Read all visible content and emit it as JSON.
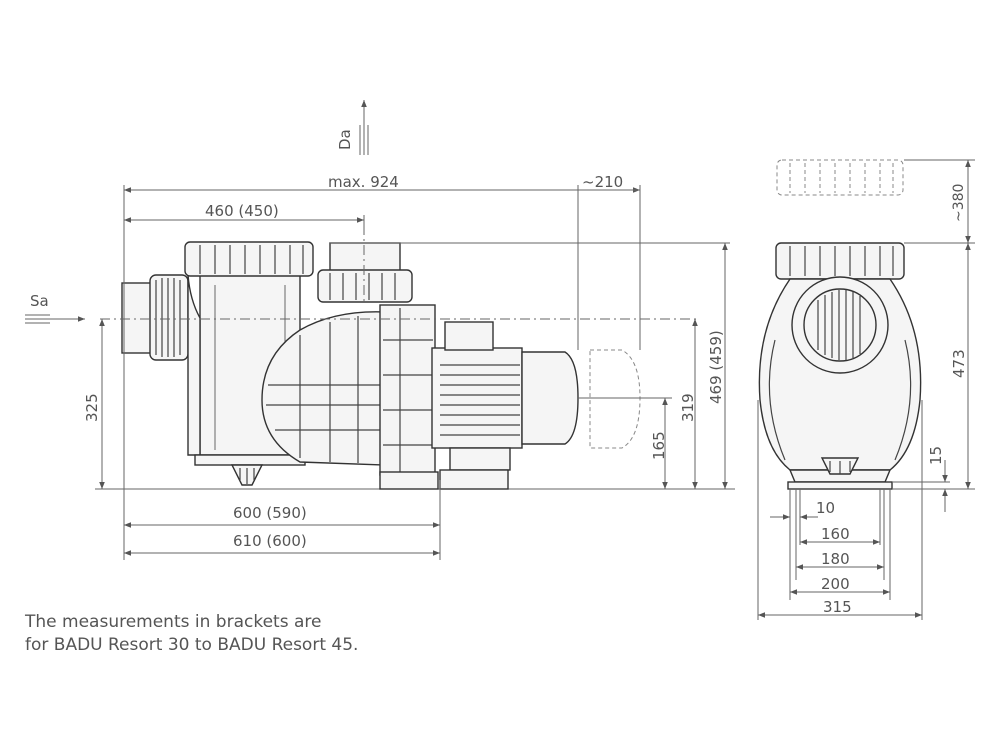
{
  "flow_labels": {
    "suction": "Sa",
    "discharge": "Da"
  },
  "dimensions": {
    "max_length": "max. 924",
    "motor_clearance": "~210",
    "suction_to_discharge": "460 (450)",
    "suction_height": "325",
    "base_length": "600 (590)",
    "total_base_length": "610 (600)",
    "motor_foot_height": "165",
    "shaft_height": "319",
    "total_height": "469 (459)",
    "lid_removal": "~380",
    "side_height": "473",
    "foot_thickness": "15",
    "width_10": "10",
    "width_160": "160",
    "width_180": "180",
    "width_200": "200",
    "width_315": "315"
  },
  "note": {
    "line1": "The measurements in brackets are",
    "line2": "for BADU Resort 30 to BADU Resort 45."
  }
}
